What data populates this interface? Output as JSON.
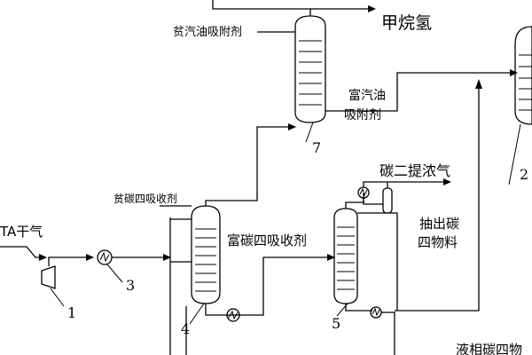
{
  "labels": {
    "lean_gasoline_absorbent": "贫汽油吸附剂",
    "methane_hydrogen": "甲烷氢",
    "rich_gasoline_absorbent_1": "富汽油",
    "rich_gasoline_absorbent_2": "吸附剂",
    "c2_concentrate": "碳二提浓气",
    "lean_c4_absorbent": "贫碳四吸收剂",
    "rich_c4_absorbent": "富碳四吸收剂",
    "extract_c4_1": "抽出碳",
    "extract_c4_2": "四物料",
    "feed_gas": "TA干气",
    "bottom_partial": "液相碳四物"
  },
  "callouts": [
    "1",
    "3",
    "4",
    "5",
    "7",
    "2"
  ]
}
